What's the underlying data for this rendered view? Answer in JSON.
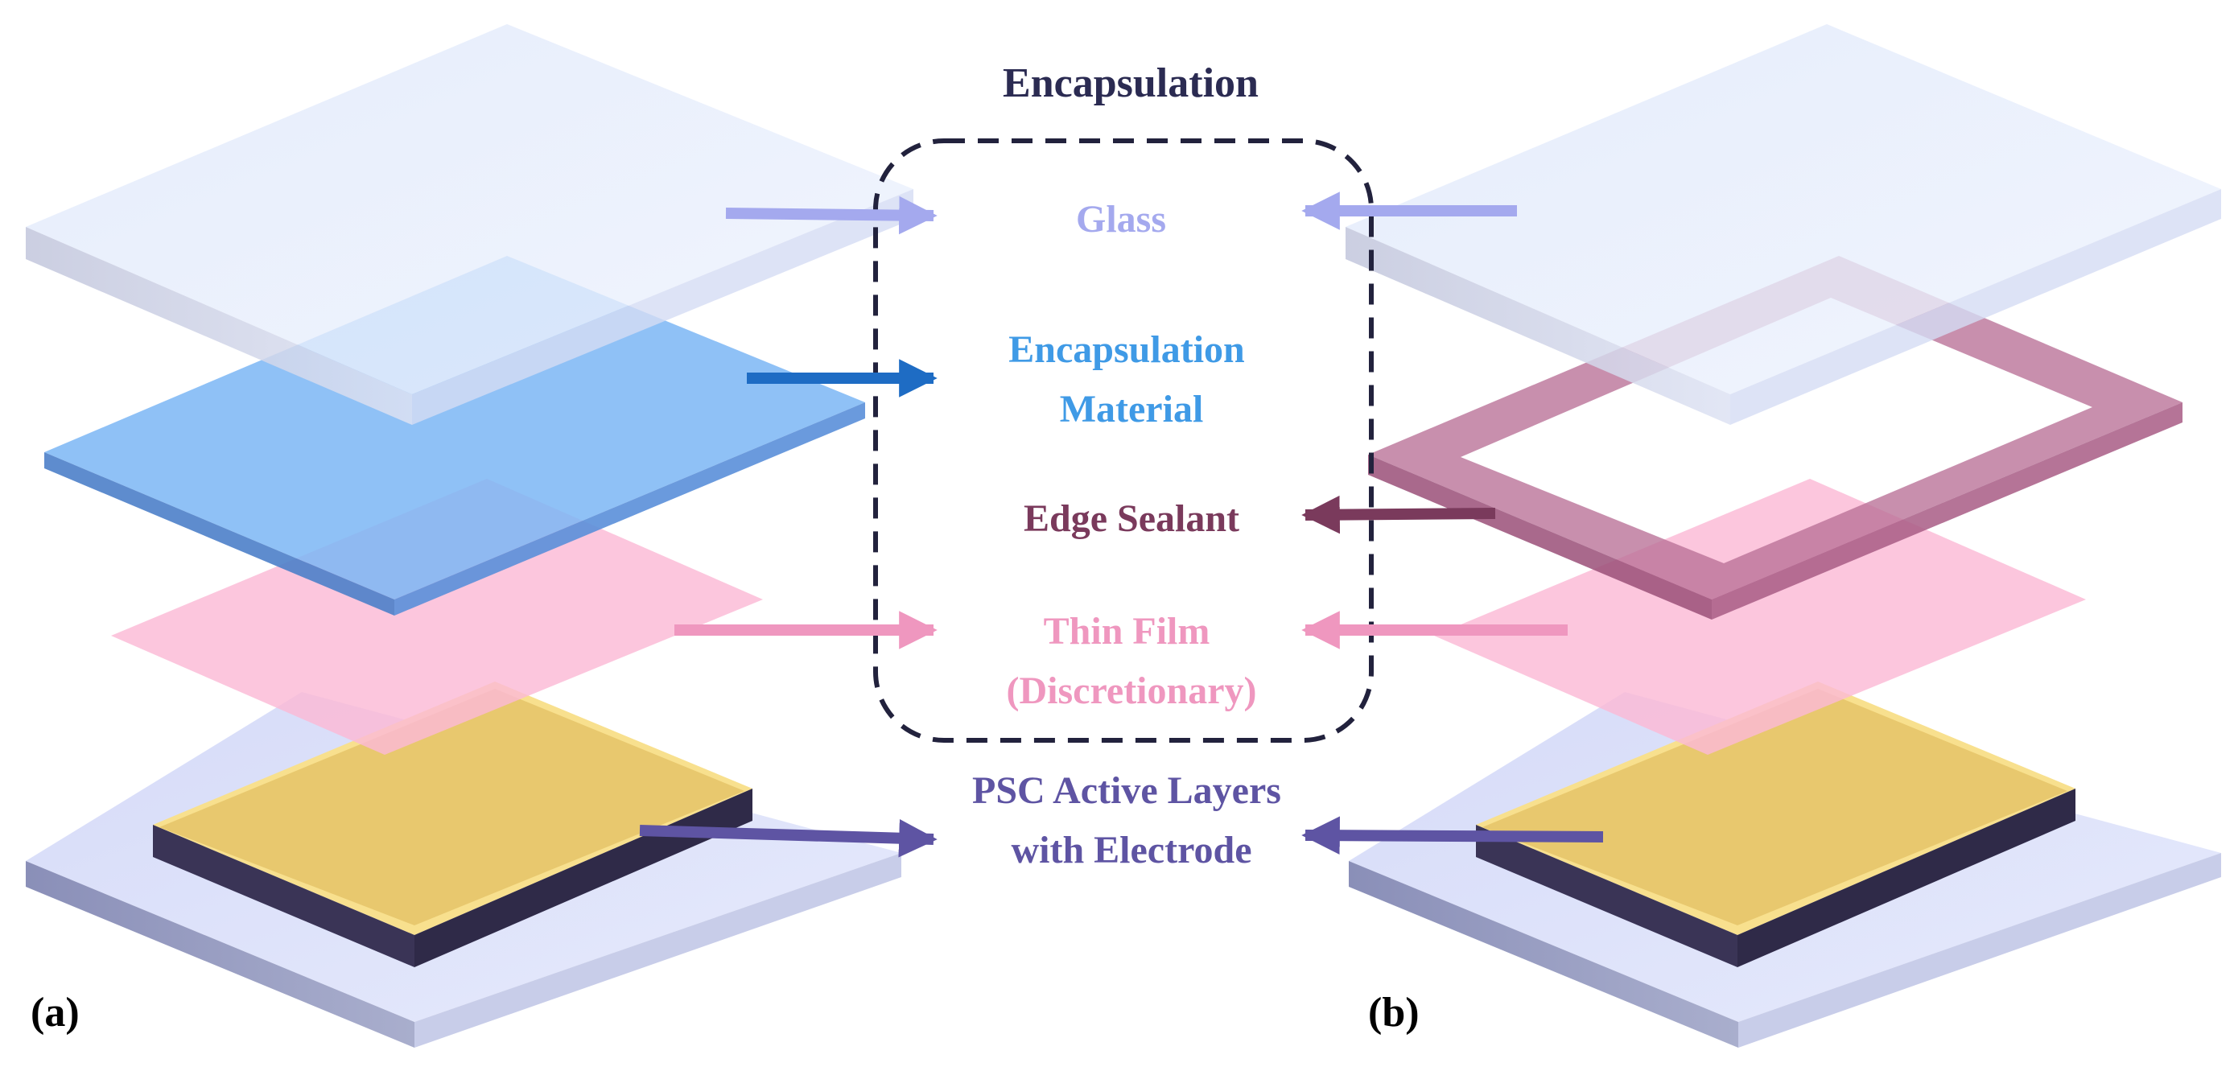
{
  "title": "Encapsulation",
  "colors": {
    "title": "#2b2b52",
    "glass": "#a4a9ee",
    "encapsulation_material": "#3f9ae6",
    "edge_sealant": "#7a3a5c",
    "thin_film": "#ef97bf",
    "psc_layers": "#5e54a3",
    "dashed_box": "#22223d",
    "panel_label": "#000000"
  },
  "layers": {
    "glass": "Glass",
    "encapsulation_material": [
      "Encapsulation",
      "Material"
    ],
    "edge_sealant": "Edge Sealant",
    "thin_film": [
      "Thin Film",
      "(Discretionary)"
    ],
    "psc_layers": [
      "PSC Active Layers",
      "with Electrode"
    ]
  },
  "panels": {
    "a": "(a)",
    "b": "(b)"
  },
  "icons": {
    "arrow": "arrow-right-icon",
    "arrow_left": "arrow-left-icon"
  }
}
